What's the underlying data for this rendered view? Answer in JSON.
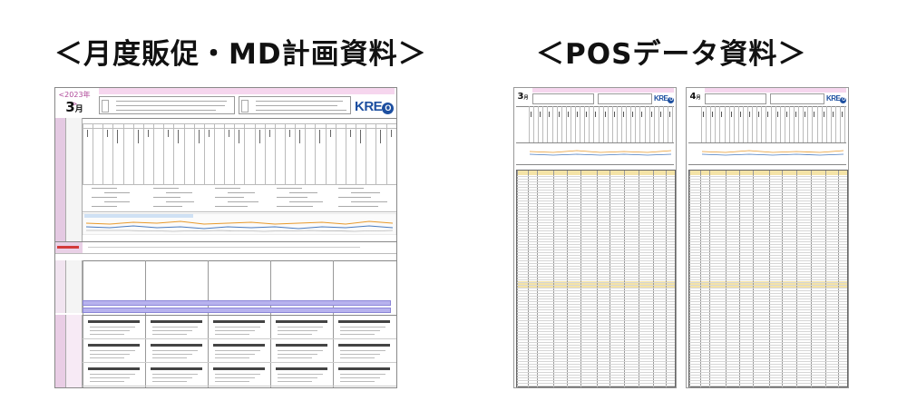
{
  "titles": {
    "left": "＜月度販促・MD計画資料＞",
    "right": "＜POSデータ資料＞"
  },
  "left_doc": {
    "year": "<2023年>",
    "month_num": "3",
    "month_unit": "月",
    "logo_text": "KRE",
    "logo_o": "O",
    "colors": {
      "pink": "#f6d6ee",
      "purple": "#b7b2ee",
      "logo": "#1d4fa0"
    }
  },
  "pos_docs": [
    {
      "month_num": "3",
      "month_unit": "月",
      "logo_text": "KRE",
      "logo_o": "O"
    },
    {
      "month_num": "4",
      "month_unit": "月",
      "logo_text": "KRE",
      "logo_o": "O"
    }
  ]
}
